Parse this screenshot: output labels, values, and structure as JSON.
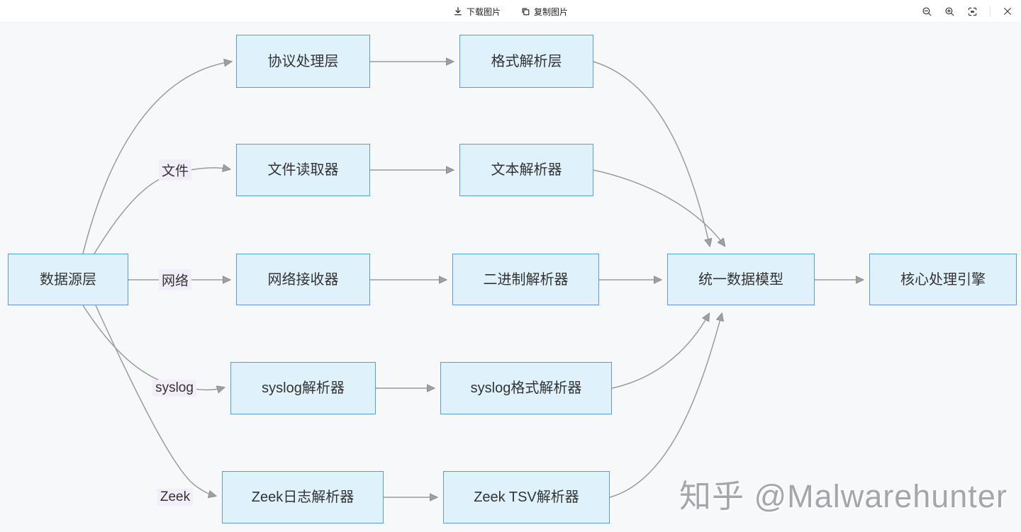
{
  "toolbar": {
    "download_label": "下载图片",
    "copy_label": "复制图片"
  },
  "watermark": {
    "text": "知乎 @Malwarehunter"
  },
  "colors": {
    "node_fill": "#dff2fc",
    "node_border": "#5b9cd6",
    "edge_stroke": "#9b9b9b",
    "edge_label_bg": "#f2edf8",
    "canvas_bg": "#f7f8fa",
    "toolbar_bg": "#ffffff"
  },
  "diagram": {
    "nodes": [
      {
        "id": "datasource",
        "label": "数据源层"
      },
      {
        "id": "protocol",
        "label": "协议处理层"
      },
      {
        "id": "format",
        "label": "格式解析层"
      },
      {
        "id": "filereader",
        "label": "文件读取器"
      },
      {
        "id": "textparser",
        "label": "文本解析器"
      },
      {
        "id": "netrecv",
        "label": "网络接收器"
      },
      {
        "id": "binparser",
        "label": "二进制解析器"
      },
      {
        "id": "syslogparser",
        "label": "syslog解析器"
      },
      {
        "id": "syslogfmt",
        "label": "syslog格式解析器"
      },
      {
        "id": "zeeklog",
        "label": "Zeek日志解析器"
      },
      {
        "id": "zeektsv",
        "label": "Zeek TSV解析器"
      },
      {
        "id": "unified",
        "label": "统一数据模型"
      },
      {
        "id": "engine",
        "label": "核心处理引擎"
      }
    ],
    "edge_labels": [
      {
        "id": "file",
        "label": "文件"
      },
      {
        "id": "network",
        "label": "网络"
      },
      {
        "id": "syslog",
        "label": "syslog"
      },
      {
        "id": "zeek",
        "label": "Zeek"
      }
    ],
    "edges": [
      {
        "from": "数据源层",
        "to": "协议处理层",
        "label": ""
      },
      {
        "from": "数据源层",
        "to": "文件读取器",
        "label": "文件"
      },
      {
        "from": "数据源层",
        "to": "网络接收器",
        "label": "网络"
      },
      {
        "from": "数据源层",
        "to": "syslog解析器",
        "label": "syslog"
      },
      {
        "from": "数据源层",
        "to": "Zeek日志解析器",
        "label": "Zeek"
      },
      {
        "from": "协议处理层",
        "to": "格式解析层",
        "label": ""
      },
      {
        "from": "文件读取器",
        "to": "文本解析器",
        "label": ""
      },
      {
        "from": "网络接收器",
        "to": "二进制解析器",
        "label": ""
      },
      {
        "from": "syslog解析器",
        "to": "syslog格式解析器",
        "label": ""
      },
      {
        "from": "Zeek日志解析器",
        "to": "Zeek TSV解析器",
        "label": ""
      },
      {
        "from": "格式解析层",
        "to": "统一数据模型",
        "label": ""
      },
      {
        "from": "文本解析器",
        "to": "统一数据模型",
        "label": ""
      },
      {
        "from": "二进制解析器",
        "to": "统一数据模型",
        "label": ""
      },
      {
        "from": "syslog格式解析器",
        "to": "统一数据模型",
        "label": ""
      },
      {
        "from": "Zeek TSV解析器",
        "to": "统一数据模型",
        "label": ""
      },
      {
        "from": "统一数据模型",
        "to": "核心处理引擎",
        "label": ""
      }
    ]
  }
}
